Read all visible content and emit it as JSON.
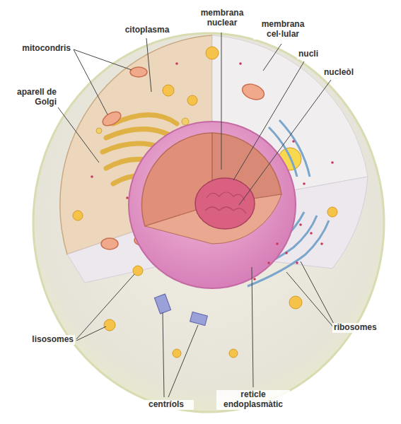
{
  "diagram": {
    "labels": [
      "citoplasma",
      "membrana nuclear",
      "membrana cel·lular",
      "mitocondris",
      "nucli",
      "nucleòl",
      "aparell de Golgi",
      "ribosomes",
      "lisosomes",
      "centríols",
      "reticle endoplasmàtic"
    ]
  }
}
